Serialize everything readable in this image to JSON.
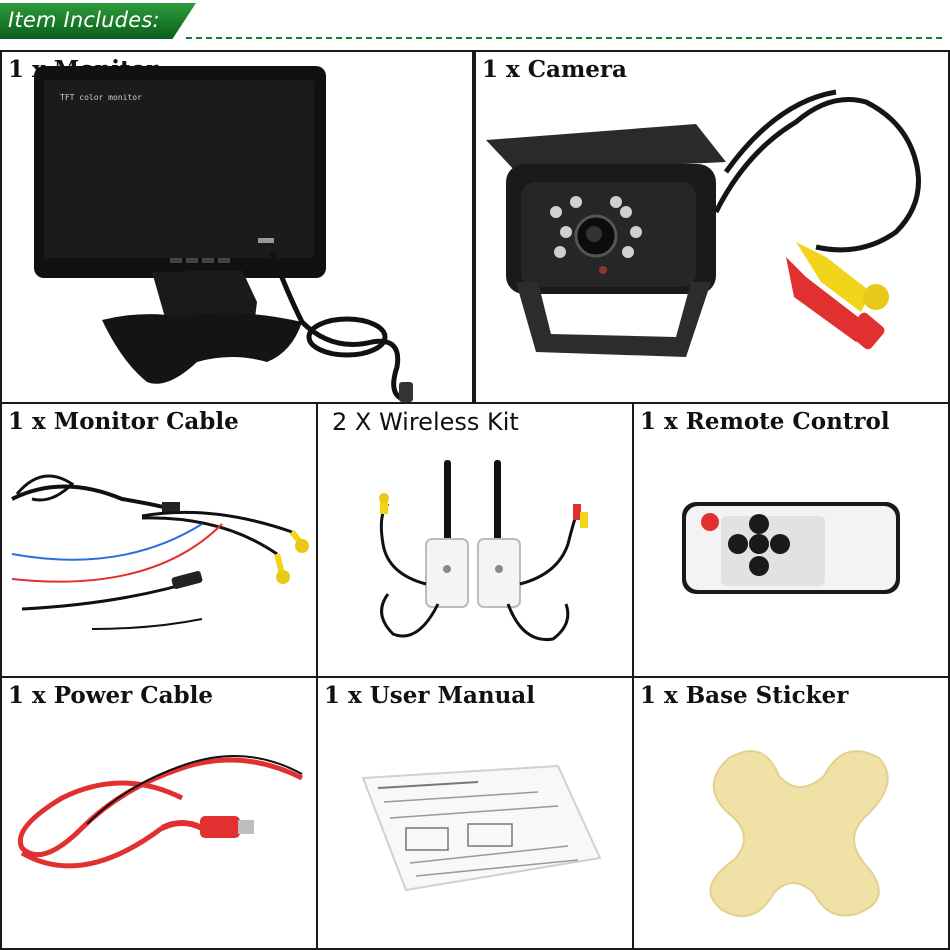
{
  "header": {
    "title": "Item Includes:"
  },
  "items": [
    {
      "label": "1 x Monitor"
    },
    {
      "label": "1 x Camera"
    },
    {
      "label": "1 x Monitor Cable"
    },
    {
      "label": "2 X Wireless Kit"
    },
    {
      "label": "1 x Remote Control"
    },
    {
      "label": "1 x Power Cable"
    },
    {
      "label": "1 x User Manual"
    },
    {
      "label": "1 x Base Sticker"
    }
  ],
  "monitor_screen_text": "TFT color monitor",
  "colors": {
    "header_green": "#1a7a2a",
    "cable_yellow": "#f2d51a",
    "cable_red": "#e03030",
    "sticker": "#f0e2a6"
  }
}
